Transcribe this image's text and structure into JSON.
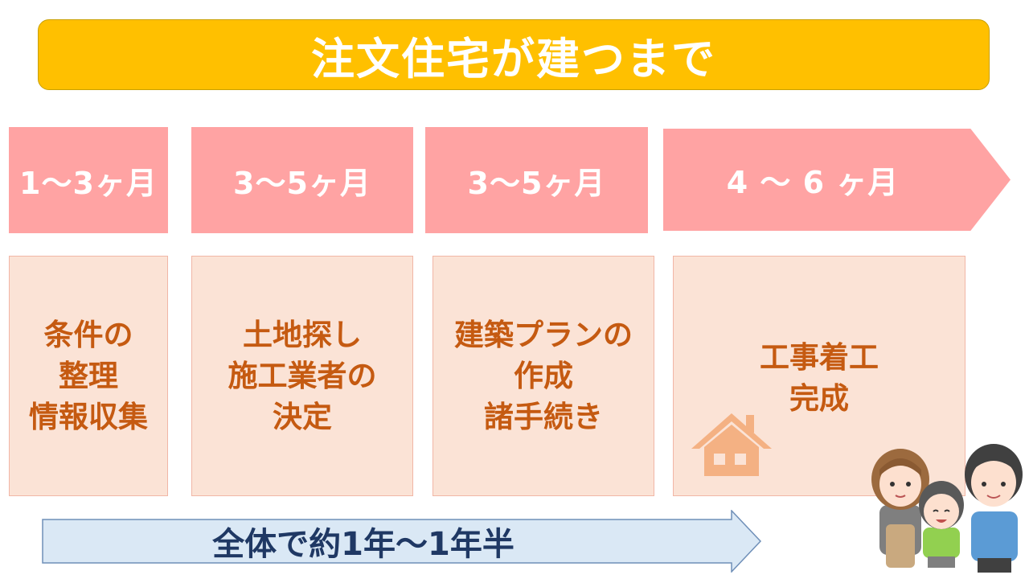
{
  "title": "注文住宅が建つまで",
  "stages": [
    {
      "period": "1～3ヶ月",
      "task": "条件の\n整理\n情報収集"
    },
    {
      "period": "3～5ヶ月",
      "task": "土地探し\n施工業者の\n決定"
    },
    {
      "period": "3～5ヶ月",
      "task": "建築プランの\n作成\n諸手続き"
    },
    {
      "period": "4 ～ 6 ヶ月",
      "task": "工事着工\n完成"
    }
  ],
  "total": "全体で約1年～1年半",
  "icons": [
    "house-icon",
    "family-illustration"
  ],
  "colors": {
    "title_bg": "#ffc000",
    "period_bg": "#ffa3a3",
    "box_bg": "#fbe3d6",
    "box_text": "#c55a11",
    "total_arrow_bg": "#dae8f5",
    "total_text": "#1f3864",
    "house": "#f4b183"
  }
}
